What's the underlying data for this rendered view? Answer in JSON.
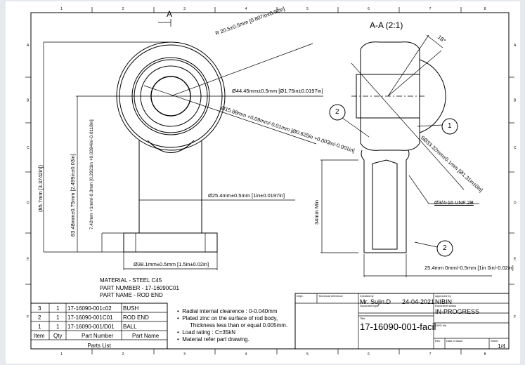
{
  "sheet": {
    "columns": [
      "1",
      "2",
      "3",
      "4",
      "5",
      "6",
      "7",
      "8"
    ],
    "rows": [
      "A",
      "B",
      "C",
      "D",
      "E",
      "F"
    ]
  },
  "front_view": {
    "section_marker": "A",
    "dims": {
      "radius": "R 20.5±0.5mm [0.807in±0.02in]",
      "outer_dia": "Ø44.45mm±0.5mm [Ø1.75in±0.0197in]",
      "bore_dia": "Ø15.88mm +0.09mm/-0.01mm [Ø0.625in +0.003in/-0.001in]",
      "shank_dia": "Ø25.4mm±0.5mm [1in±0.0197in]",
      "base_dia": "Ø38.1mm±0.5mm [1.5in±0.02in]",
      "overall_height": "(85.7mm [3.3742in])",
      "center_height": "63.48mm±0.75mm [2.499in±0.03in]",
      "flange_height": "7.42mm +1mm/-0.3mm [0.2921in +0.0394in/-0.0118in]"
    }
  },
  "section_view": {
    "title": "A-A (2:1)",
    "angle": "18°",
    "ball_dia": "SØ33.32mm±0.1mm [Ø1.31in±0in]",
    "thread": "Ø3/4-16 UNF 2B",
    "thread_depth": "34mm Min",
    "width": "25.4mm 0mm/-0.5mm [1in 0in/-0.02in]",
    "balloons": [
      "1",
      "2",
      "2"
    ]
  },
  "material_note": {
    "material": "MATERIAL - STEEL C45",
    "part_number": "PART NUMBER - 17-16090C01",
    "part_name": "PART NAME - ROD END"
  },
  "parts_list": {
    "title": "Parts List",
    "headers": [
      "Item",
      "Qty",
      "Part Number",
      "Part Name"
    ],
    "rows": [
      [
        "3",
        "1",
        "17-16090-001c02",
        "BUSH"
      ],
      [
        "2",
        "1",
        "17-16090-001C01",
        "ROD END"
      ],
      [
        "1",
        "1",
        "17-16090-001/D01",
        "BALL"
      ]
    ]
  },
  "notes": [
    "Radial internal clearence : 0-0.040mm",
    "Plated zinc on the surface of rod body,",
    "Thickness less than or equal 0.005mm.",
    "Load rating : C=35kN",
    "Material refer part drawing."
  ],
  "title_block": {
    "dept_label": "Dept.",
    "tech_ref_label": "Technical reference",
    "created_by_label": "Created by",
    "created_by": "Mr. Sujin.D",
    "date": "24-04-2021",
    "approved_by_label": "Approved by",
    "approved_by": "NIBIN",
    "doc_type_label": "Document type",
    "doc_status_label": "Document status",
    "doc_status": "IN-PROGRESS",
    "title_label": "Title",
    "title": "17-16090-001-facil",
    "dwg_no_label": "DWG No.",
    "rev_label": "Rev.",
    "date_of_issue_label": "Date of issue",
    "sheet_label": "Sheet",
    "sheet": "1/4"
  }
}
